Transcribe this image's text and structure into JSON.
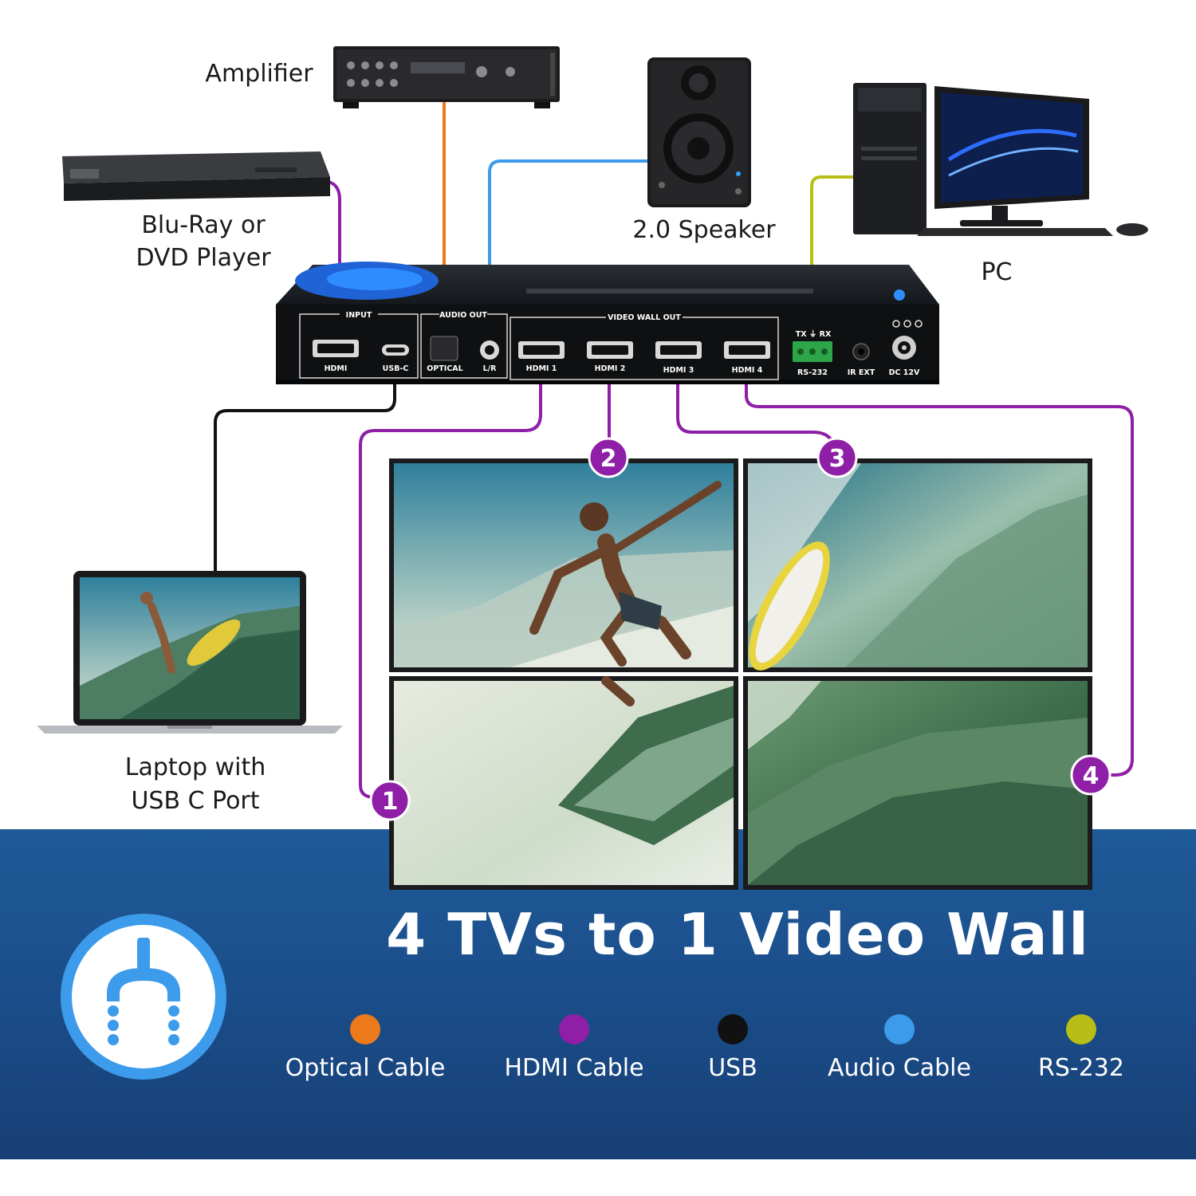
{
  "colors": {
    "optical": "#ec7a1b",
    "hdmi": "#8e1fa6",
    "usb": "#111111",
    "audio": "#3c9bea",
    "rs232": "#b9be16",
    "band": "#1b4f8c",
    "accent_circle": "#3c9bea"
  },
  "devices": {
    "amplifier": "Amplifier",
    "speaker": "2.0 Speaker",
    "pc": "PC",
    "bluray_line1": "Blu-Ray or",
    "bluray_line2": "DVD Player",
    "laptop_line1": "Laptop with",
    "laptop_line2": "USB C Port"
  },
  "controller": {
    "sections": {
      "input": "INPUT",
      "audio_out": "AUDIO OUT",
      "video_wall_out": "VIDEO WALL OUT"
    },
    "ports": {
      "hdmi": "HDMI",
      "usbc": "USB-C",
      "optical": "OPTICAL",
      "lr": "L/R",
      "hdmi1": "HDMI 1",
      "hdmi2": "HDMI 2",
      "hdmi3": "HDMI 3",
      "hdmi4": "HDMI 4",
      "txrx": "TX ⏚ RX",
      "rs232": "RS-232",
      "irext": "IR EXT",
      "dc": "DC 12V"
    }
  },
  "screens": {
    "badges": [
      "1",
      "2",
      "3",
      "4"
    ]
  },
  "headline": "4 TVs to 1 Video Wall",
  "legend": [
    {
      "label": "Optical Cable",
      "color": "#ec7a1b"
    },
    {
      "label": "HDMI Cable",
      "color": "#8e1fa6"
    },
    {
      "label": "USB",
      "color": "#111111"
    },
    {
      "label": "Audio Cable",
      "color": "#3c9bea"
    },
    {
      "label": "RS-232",
      "color": "#b9be16"
    }
  ],
  "icons": [
    "splitter-icon"
  ]
}
